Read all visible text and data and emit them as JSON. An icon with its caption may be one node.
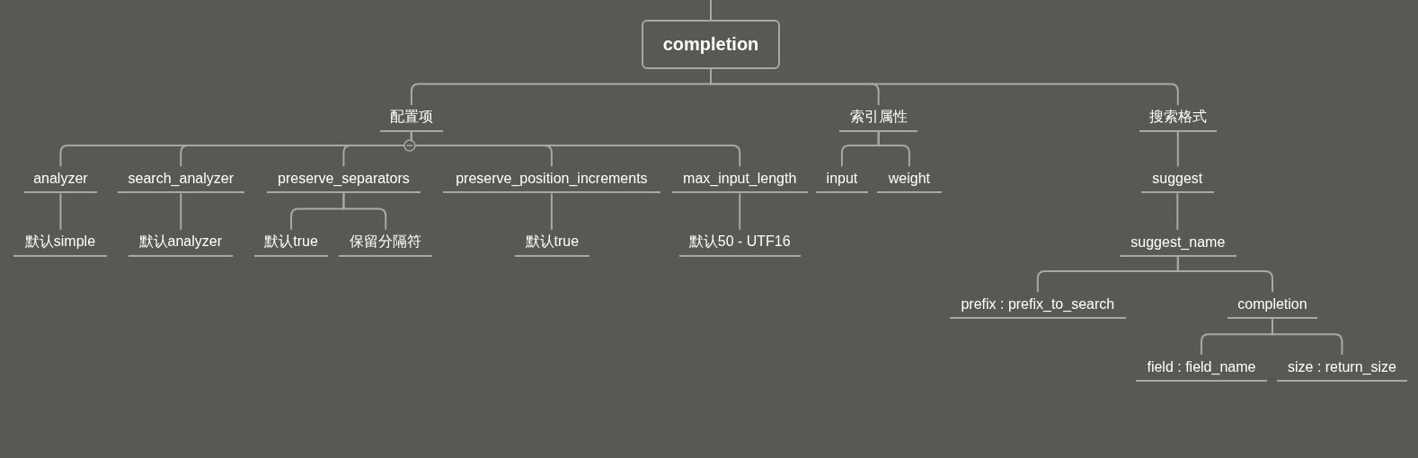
{
  "diagram": {
    "nodes": [
      {
        "text": [
          "completion"
        ]
      },
      {
        "text": [
          "配置项"
        ]
      },
      {
        "text": [
          "索引属性"
        ]
      },
      {
        "text": [
          "搜索格式"
        ]
      },
      {
        "text": [
          "analyzer"
        ]
      },
      {
        "text": [
          "search_analyzer"
        ]
      },
      {
        "text": [
          "preserve_separators"
        ]
      },
      {
        "text": [
          "preserve_position_increments"
        ]
      },
      {
        "text": [
          "max_input_length"
        ]
      },
      {
        "text": [
          "默认simple"
        ]
      },
      {
        "text": [
          "默认analyzer"
        ]
      },
      {
        "text": [
          "默认true"
        ]
      },
      {
        "text": [
          "保留分隔符"
        ]
      },
      {
        "text": [
          "默认true"
        ]
      },
      {
        "text": [
          "默认50 - UTF16"
        ]
      },
      {
        "text": [
          "input"
        ]
      },
      {
        "text": [
          "weight"
        ]
      },
      {
        "text": [
          "suggest"
        ]
      },
      {
        "text": [
          "suggest_name"
        ]
      },
      {
        "text": [
          "prefix : prefix_to_search"
        ]
      },
      {
        "text": [
          "completion"
        ]
      },
      {
        "text": [
          "field : field_name"
        ]
      },
      {
        "text": [
          "size : return_size"
        ]
      }
    ],
    "edges": [
      {
        "from": null,
        "to": 0,
        "arrow": "none"
      },
      {
        "from": 0,
        "to": 1,
        "arrow": "none"
      },
      {
        "from": 0,
        "to": 2,
        "arrow": "none"
      },
      {
        "from": 0,
        "to": 3,
        "arrow": "none"
      },
      {
        "from": 1,
        "to": 4,
        "arrow": "none"
      },
      {
        "from": 1,
        "to": 5,
        "arrow": "none"
      },
      {
        "from": 1,
        "to": 6,
        "arrow": "none"
      },
      {
        "from": 1,
        "to": 7,
        "arrow": "none"
      },
      {
        "from": 1,
        "to": 8,
        "arrow": "none"
      },
      {
        "from": 4,
        "to": 9,
        "arrow": "none"
      },
      {
        "from": 5,
        "to": 10,
        "arrow": "none"
      },
      {
        "from": 6,
        "to": 11,
        "arrow": "none"
      },
      {
        "from": 6,
        "to": 12,
        "arrow": "none"
      },
      {
        "from": 7,
        "to": 13,
        "arrow": "none"
      },
      {
        "from": 8,
        "to": 14,
        "arrow": "none"
      },
      {
        "from": 2,
        "to": 15,
        "arrow": "none"
      },
      {
        "from": 2,
        "to": 16,
        "arrow": "none"
      },
      {
        "from": 3,
        "to": 17,
        "arrow": "none"
      },
      {
        "from": 17,
        "to": 18,
        "arrow": "none"
      },
      {
        "from": 18,
        "to": 19,
        "arrow": "none"
      },
      {
        "from": 18,
        "to": 20,
        "arrow": "none"
      },
      {
        "from": 20,
        "to": 21,
        "arrow": "none"
      },
      {
        "from": 20,
        "to": 22,
        "arrow": "none"
      }
    ]
  }
}
